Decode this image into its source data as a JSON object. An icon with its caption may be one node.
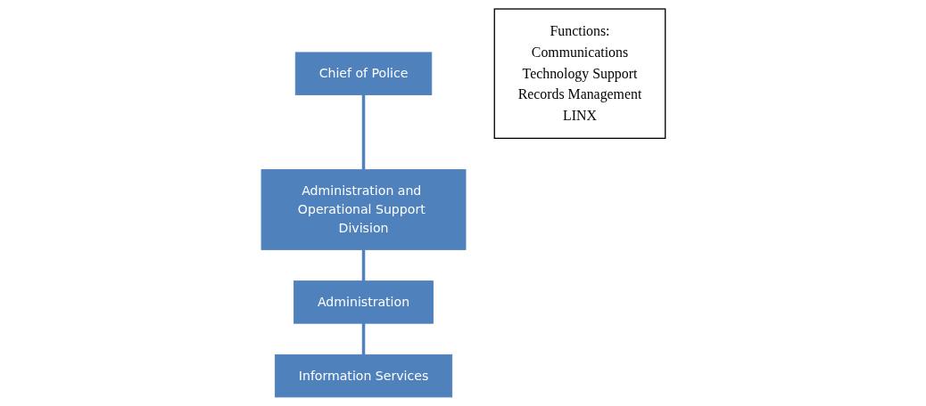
{
  "diagram": {
    "nodes": [
      {
        "text": [
          "Chief of Police"
        ]
      },
      {
        "text": [
          "Administration and Operational Support Division"
        ]
      },
      {
        "text": [
          "Administration"
        ]
      },
      {
        "text": [
          "Information Services"
        ]
      },
      {
        "text": [
          "Functions:",
          "Communications",
          "Technology Support",
          "Records Management",
          "LINX"
        ]
      }
    ],
    "edges": [
      {
        "from": 0,
        "to": 1,
        "arrow": "none"
      },
      {
        "from": 1,
        "to": 2,
        "arrow": "none"
      },
      {
        "from": 2,
        "to": 3,
        "arrow": "none"
      }
    ]
  }
}
